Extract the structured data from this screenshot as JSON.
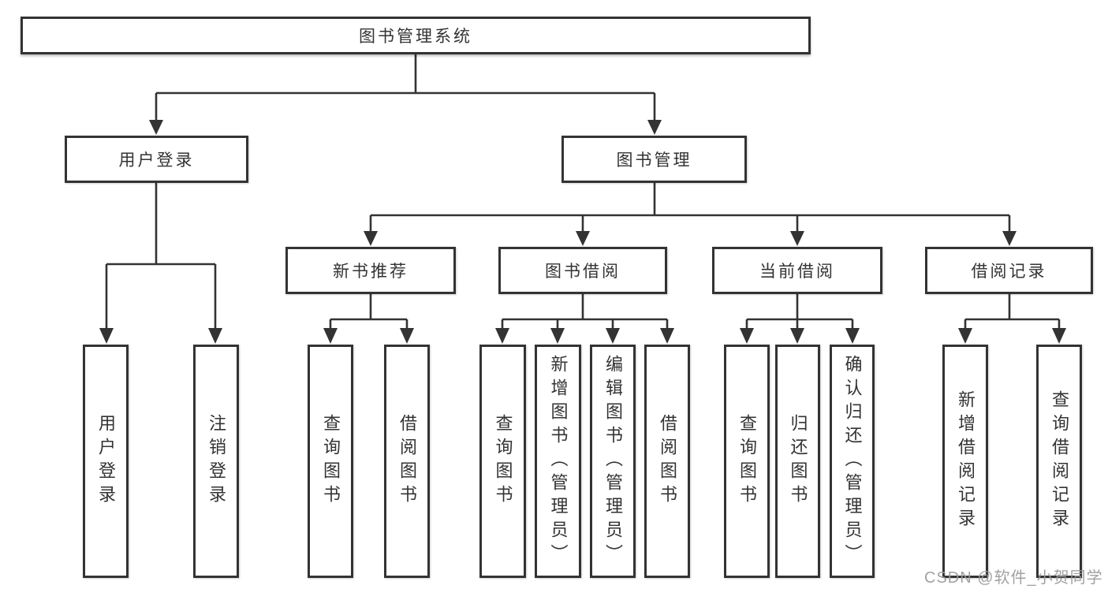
{
  "diagram_type": "hierarchy-tree",
  "colors": {
    "line": "#333333",
    "box_border": "#333333",
    "text": "#333333",
    "background": "#ffffff",
    "watermark": "#9a9a9a"
  },
  "tree": {
    "label": "图书管理系统",
    "children": [
      {
        "label": "用户登录",
        "children": [
          {
            "label": "用户登录"
          },
          {
            "label": "注销登录"
          }
        ]
      },
      {
        "label": "图书管理",
        "children": [
          {
            "label": "新书推荐",
            "children": [
              {
                "label": "查询图书"
              },
              {
                "label": "借阅图书"
              }
            ]
          },
          {
            "label": "图书借阅",
            "children": [
              {
                "label": "查询图书"
              },
              {
                "label": "新增图书（管理员）"
              },
              {
                "label": "编辑图书（管理员）"
              },
              {
                "label": "借阅图书"
              }
            ]
          },
          {
            "label": "当前借阅",
            "children": [
              {
                "label": "查询图书"
              },
              {
                "label": "归还图书"
              },
              {
                "label": "确认归还（管理员）"
              }
            ]
          },
          {
            "label": "借阅记录",
            "children": [
              {
                "label": "新增借阅记录"
              },
              {
                "label": "查询借阅记录"
              }
            ]
          }
        ]
      }
    ]
  },
  "watermark": {
    "text": "CSDN @软件_小贺同学"
  }
}
